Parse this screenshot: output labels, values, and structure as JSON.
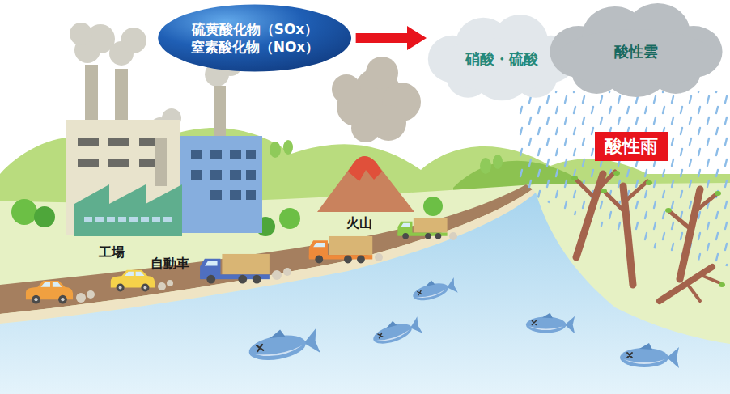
{
  "diagram": {
    "nodes": [
      {
        "text": [
          "硫黄酸化物（SOx）",
          "窒素酸化物（NOx）"
        ]
      },
      {
        "text": [
          "硝酸・硫酸"
        ]
      },
      {
        "text": [
          "酸性雲"
        ]
      },
      {
        "text": [
          "酸性雨"
        ]
      }
    ],
    "edges": [
      {
        "from": 0,
        "to": 1,
        "arrow": "to"
      }
    ],
    "labels": [
      "工場",
      "自動車",
      "火山"
    ]
  }
}
